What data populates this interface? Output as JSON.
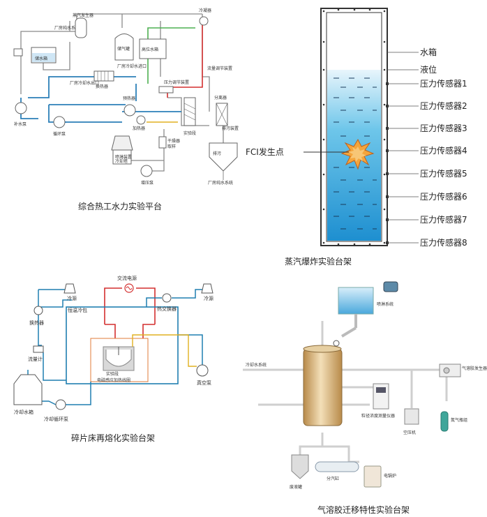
{
  "panels": {
    "p1": {
      "caption": "综合热工水力实验平台",
      "labels": {
        "pure_water_top": "厂房纯水系统",
        "pure_water_bottom": "厂房纯水系统",
        "steam_gen": "蒸汽发生器",
        "gas_tank": "储气罐",
        "high_tank": "高位水箱",
        "condenser": "冷凝器",
        "water_tank": "储水箱",
        "plant_cool_in": "厂房冷却水进口",
        "plant_cool_out": "厂房冷却水出口",
        "heat_exchanger": "换热器",
        "preheater": "预热器",
        "dp_valve": "压力调节装置",
        "flow_valve": "流量调节装置",
        "separator": "分离器",
        "heater": "加热器",
        "test_section": "实验段",
        "feed_pump": "补水泵",
        "circ_pump": "循环泵",
        "booster_pump": "增压泵",
        "cooling_tower": "冷却塔",
        "spray": "喷淋装置",
        "dryer": "干燥器",
        "sample": "取样",
        "drain": "排污装置"
      }
    },
    "p2": {
      "caption": "蒸汽爆炸实验台架",
      "fci_label": "FCI发生点",
      "labels": [
        "水箱",
        "液位",
        "压力传感器1",
        "压力传感器2",
        "压力传感器3",
        "压力传感器4",
        "压力传感器5",
        "压力传感器6",
        "压力传感器7",
        "压力传感器8"
      ]
    },
    "p3": {
      "caption": "碎片床再熔化实验台架",
      "labels": {
        "ac_power": "交流电源",
        "cold_source_1": "冷源",
        "cold_source_2": "冷源",
        "heat_exchanger_1": "换热器",
        "heat_exchanger_2": "热交换器",
        "thermostat": "恒温冷包",
        "test_section": "实验段",
        "heating_line": "电磁感应加热线圈",
        "flowmeter": "流量计",
        "vacuum_pump": "真空泵",
        "cool_tank": "冷却水箱",
        "cool_pump": "冷却循环泵"
      }
    },
    "p4": {
      "caption": "气溶胶迁移特性实验台架",
      "labels": {
        "spray_system": "喷淋系统",
        "cooling_water": "冷却水系统",
        "aerosol_gen": "气溶胶发生器",
        "instrument": "粒径浓度测量仪器",
        "air_compressor": "空压机",
        "nitrogen": "氮气瓶组",
        "waste_tank": "废液罐",
        "steam_drum": "分汽缸",
        "boiler": "电锅炉"
      }
    }
  }
}
